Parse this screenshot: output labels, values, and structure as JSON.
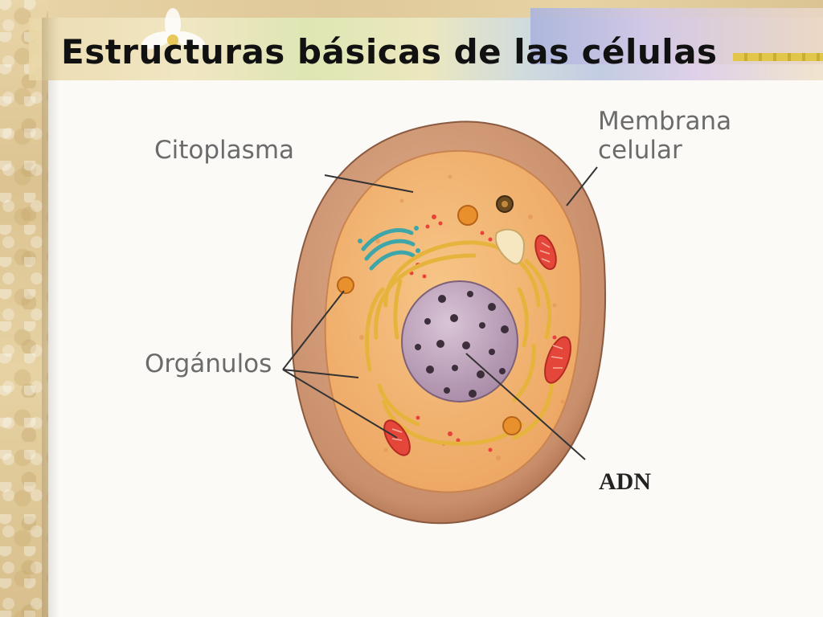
{
  "slide": {
    "title": "Estructuras básicas de las células"
  },
  "labels": {
    "citoplasma": "Citoplasma",
    "membrana_line1": "Membrana",
    "membrana_line2": "celular",
    "organulos": "Orgánulos",
    "adn": "ADN"
  },
  "colors": {
    "membrane_outer": "#c98f6c",
    "cytoplasm": "#f0b673",
    "nucleus": "#bfa4bd",
    "endoplasmic_reticulum": "#f1d36b",
    "golgi": "#4fb5b5",
    "mitochondria": "#e4473a",
    "leader_line": "#333333"
  }
}
